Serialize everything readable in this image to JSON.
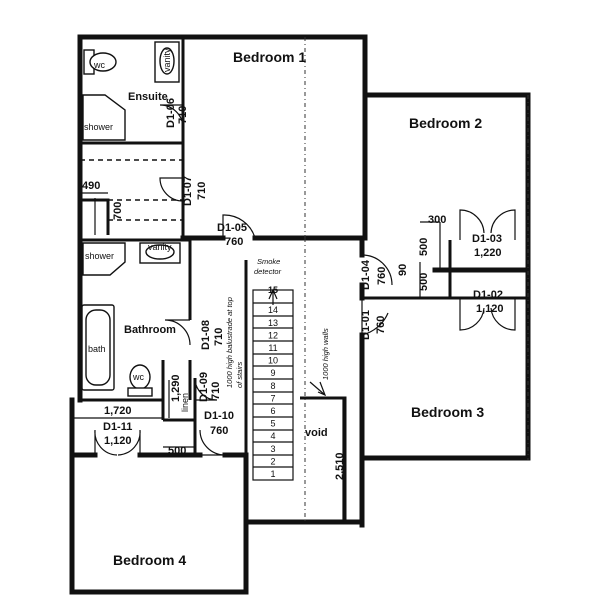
{
  "rooms": {
    "bedroom1": "Bedroom 1",
    "bedroom2": "Bedroom 2",
    "bedroom3": "Bedroom 3",
    "bedroom4": "Bedroom 4",
    "ensuite": "Ensuite",
    "bathroom": "Bathroom",
    "void": "void"
  },
  "fixtures": {
    "wc_ensuite": "wc",
    "vanity_ensuite": "vanity",
    "shower_ensuite": "shower",
    "shower_bath": "shower",
    "vanity_bath": "vanity",
    "bath": "bath",
    "wc_bath": "wc",
    "linen": "linen"
  },
  "doors": {
    "d1_01": {
      "id": "D1-01",
      "width": "760"
    },
    "d1_02": {
      "id": "D1-02",
      "width": "1,120"
    },
    "d1_03": {
      "id": "D1-03",
      "width": "1,220"
    },
    "d1_04": {
      "id": "D1-04",
      "width": "760"
    },
    "d1_05": {
      "id": "D1-05",
      "width": "760"
    },
    "d1_06": {
      "id": "D1-06",
      "width": "710"
    },
    "d1_07": {
      "id": "D1-07",
      "width": "710"
    },
    "d1_08": {
      "id": "D1-08",
      "width": "710"
    },
    "d1_09": {
      "id": "D1-09",
      "width": "710"
    },
    "d1_10": {
      "id": "D1-10",
      "width": "760"
    },
    "d1_11": {
      "id": "D1-11",
      "width": "1,120"
    }
  },
  "dimensions": {
    "d490": "490",
    "d700": "700",
    "d300": "300",
    "d500a": "500",
    "d500b": "500",
    "d90": "90",
    "d1720": "1,720",
    "d1290": "1,290",
    "d500c": "500",
    "d2510": "2,510"
  },
  "notes": {
    "smoke_line1": "Smoke",
    "smoke_line2": "detector",
    "wall_note_line1": "1000 high balustrade at top",
    "wall_note_line2": "of stairs",
    "high_walls": "1000 high walls"
  },
  "stairs": {
    "steps": [
      "1",
      "2",
      "3",
      "4",
      "5",
      "6",
      "7",
      "8",
      "9",
      "10",
      "11",
      "12",
      "13",
      "14",
      "15"
    ]
  }
}
